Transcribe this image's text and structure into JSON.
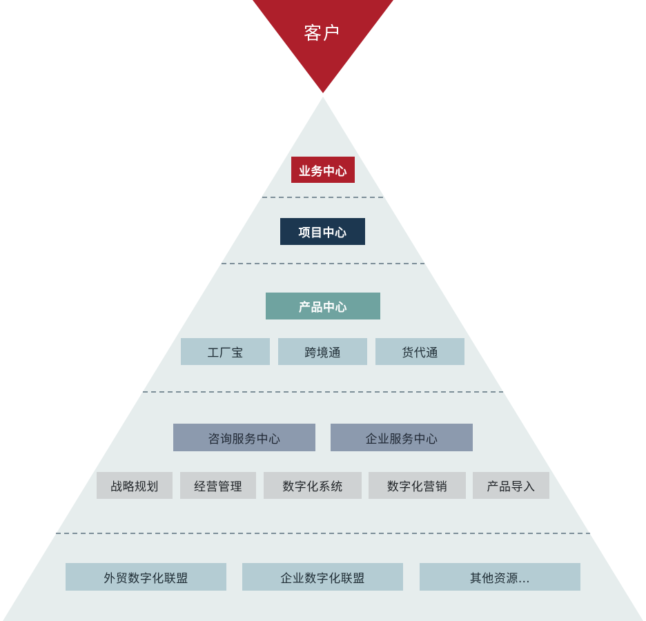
{
  "top": {
    "label": "客户"
  },
  "levels": {
    "business_center": "业务中心",
    "project_center": "项目中心",
    "product_center": "产品中心",
    "products": [
      "工厂宝",
      "跨境通",
      "货代通"
    ],
    "service_centers": [
      "咨询服务中心",
      "企业服务中心"
    ],
    "services": [
      "战略规划",
      "经营管理",
      "数字化系统",
      "数字化营销",
      "产品导入"
    ],
    "alliances": [
      "外贸数字化联盟",
      "企业数字化联盟",
      "其他资源…"
    ]
  },
  "colors": {
    "top_triangle": "#ae1f2b",
    "pyramid": "#e6eded",
    "divider": "#3e5566",
    "business_center": "#ae1f2b",
    "project_center": "#1c3750",
    "product_center": "#6fa3a0",
    "products": "#b4ccd3",
    "service_centers": "#8c9aae",
    "services": "#cfd2d3",
    "alliances": "#b4ccd3"
  }
}
